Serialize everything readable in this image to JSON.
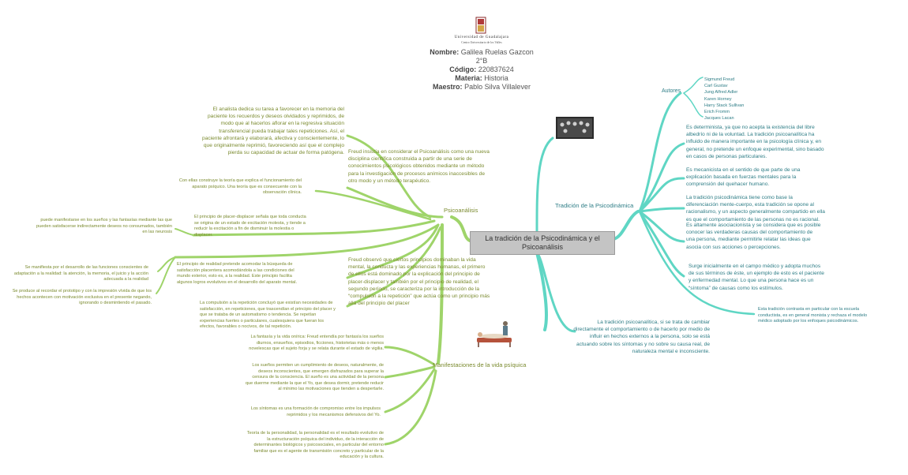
{
  "header": {
    "logo_text": "Universidad de Guadalajara",
    "logo_subtext": "Centro Universitario de los Valles",
    "nombre_label": "Nombre:",
    "nombre_value": "Galilea Ruelas Gazcon",
    "grupo": "2°B",
    "codigo_label": "Código:",
    "codigo_value": "220837624",
    "materia_label": "Materia:",
    "materia_value": "Historia",
    "maestro_label": "Maestro:",
    "maestro_value": "Pablo Silva Villalever"
  },
  "center": "La tradición de la Psicodinámica y el Psicoanálisis",
  "colors": {
    "left_branch": "#9fd46a",
    "right_branch": "#5fd6c4",
    "left_text": "#7a8a2e",
    "right_text": "#2e7d86"
  },
  "left": {
    "psicoanalisis_label": "Psicoanálisis",
    "psicoanalisis_main": "Freud insistía en considerar el Psicoanálisis como una nueva disciplina científica construida a partir de una serie de conocimientos psicológicos obtenidos mediante un método para la investigación de procesos anímicos inaccesibles de otro modo y un método terapéutico.",
    "analista": "El analista dedica su tarea a favorecer en la memoria del paciente los recuerdos y deseos olvidados y reprimidos, de modo que al hacerlos aflorar en la regresiva situación transferencial pueda trabajar tales repeticiones. Así, el paciente afrontará y elaborará, afectiva y conscientemente, lo que originalmente reprimió, favoreciendo así que el complejo pierda su capacidad de actuar de forma patógena.",
    "teoria": "Con ellas construye la teoría que explica el funcionamiento del aparato psíquico. Una teoría que es consecuente con la observación clínica.",
    "placer_displacer": "El principio de placer-displacer señala que toda conducta se origina de un estado de excitación molesta, y tiende a reducir la excitación a fin de disminuir la molestia o displacer.",
    "suenos_fantasias": "puede manifestarse en los sueños y las fantasías mediante las que pueden satisfacerse indirectamente deseos no consumados, también en las neurosis",
    "realidad": "El principio de realidad pretende acomodar la búsqueda de satisfacción placentera acomodándola a las condiciones del mundo exterior, esto es, a la realidad. Este principio facilita algunos logros evolutivos en el desarrollo del aparato mental.",
    "desarrollo": "Se manifiesta por el desarrollo de las funciones conscientes de adaptación a la realidad: la atención, la memoria, el juicio y la acción adecuada a la realidad",
    "represion": "Se produce al recordar el prototipo y con la impresión vívida de que los hechos acontecen con motivación exclusiva en el presente negando, ignorando o desmintiendo el pasado.",
    "freud_observo": "Freud observó que ciertos principios dominaban la vida mental, la conducta y las experiencias humanas, el primero de ellos está dominado por la explicación del principio de placer-displacer y también por el principio de realidad, el segundo período, se caracteriza por la introducción de la “compulsión a la repetición” que actúa como un principio más allá del principio del placer",
    "compulsion": "La compulsión a la repetición concluyó que existían necesidades de satisfacción, en repeticiones, que trascendían el principio del placer y que se trataba de un automatismo o tendencia. Se repetían experiencias fuertes o particulares, cualesquiera que fueran los efectos, favorables o nocivos, de tal repetición.",
    "manifestaciones_label": "Manifestaciones de la vida psíquica",
    "fantasia": "La fantasía y la vida onírica: Freud entendía por fantasía los sueños diurnos, ensueños, episodios, ficciones, historietas más o menos novelescas que el sujeto forja y se relata durante el estado de vigilia.",
    "suenos_deseos": "Los sueños permiten un cumplimiento de deseos, naturalmente, de deseos inconscientes, que emergen disfrazados para superar la censura de la consciencia. El sueño es una actividad de la persona que duerme mediante la que el Yo, que desea dormir, pretende reducir al mínimo las motivaciones que tienden a despertarle.",
    "sintomas": "Los síntomas es una formación de compromiso entre los impulsos reprimidos y los mecanismos defensivos del Yo.",
    "personalidad": "Teoría de la personalidad, la personalidad es el resultado evolutivo de la estructuración psíquica del individuo, de la interacción de determinantes biológicos y psicosociales, en particular del entorno familiar que es el agente de transmisión concreto y particular de la educación y la cultura."
  },
  "right": {
    "tradicion_label": "Tradición de la Psicodinámica",
    "autores_label": "Autores",
    "autores": [
      "Sigmund Freud",
      "Carl Gustav",
      "Jung Alfred Adler",
      "Karen Horney",
      "Harry Stack Sullivan",
      "Erich Fromm",
      "Jacques Lacan"
    ],
    "determinista": "Es determinista, ya que no acepta la existencia del libre albedrío ni de la voluntad. La tradición psicoanalítica ha influido de manera importante en la psicología clínica y, en general, no pretende un enfoque experimental, sino basado en casos de personas particulares.",
    "mecanicista": "Es mecanicista en el sentido de que parte de una explicación basada en fuerzas mentales para la comprensión del quehacer humano.",
    "diferenciacion": "La tradición psicodinámica tiene como base la diferenciación mente-cuerpo, esta tradición se opone al racionalismo, y un aspecto generalmente compartido en ella es que el comportamiento de las personas no es racional.",
    "asociacionista": "Es altamente asociacionista y se considera que es posible conocer las verdaderas causas del comportamiento de una persona, mediante permitirle relatar las ideas que asocia con sus acciones o percepciones.",
    "campo_medico": "Surge inicialmente en el campo médico y adopta muchos de sus términos de éste, un ejemplo de esto es el paciente y enfermedad mental. Lo que una persona hace es un “síntoma” de causas como los estímulos.",
    "contrasta": "Esta tradición contrasta en particular con la escuela conductista, es en general monista y rechaza el modelo médico adoptado por los enfoques psicodinámicos.",
    "tradicion_psicoanalitica": "La tradición psicoanalítica, si se trata de cambiar directamente el comportamiento o de hacerlo por medio de influir en hechos externos a la persona, solo se está actuando sobre los síntomas y no sobre su causa real, de naturaleza mental e inconsciente."
  }
}
